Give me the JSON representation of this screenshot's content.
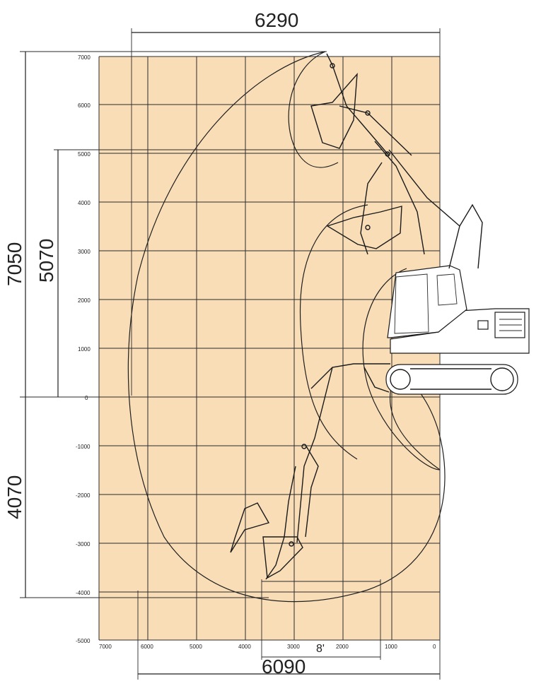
{
  "diagram": {
    "top_width_label": "6290",
    "bottom_width_label": "6090",
    "left_height_label": "7050",
    "inner_height_label": "5070",
    "depth_label": "4070",
    "angle_label": "8'",
    "y_ticks": [
      "7000",
      "6000",
      "5000",
      "4000",
      "3000",
      "2000",
      "1000",
      "0",
      "-1000",
      "-2000",
      "-3000",
      "-4000",
      "-5000"
    ],
    "x_ticks": [
      "7000",
      "6000",
      "5000",
      "4000",
      "3000",
      "2000",
      "1000",
      "0"
    ],
    "colors": {
      "grid_panel": "#f9ddb7",
      "line": "#1f1f1f"
    }
  }
}
